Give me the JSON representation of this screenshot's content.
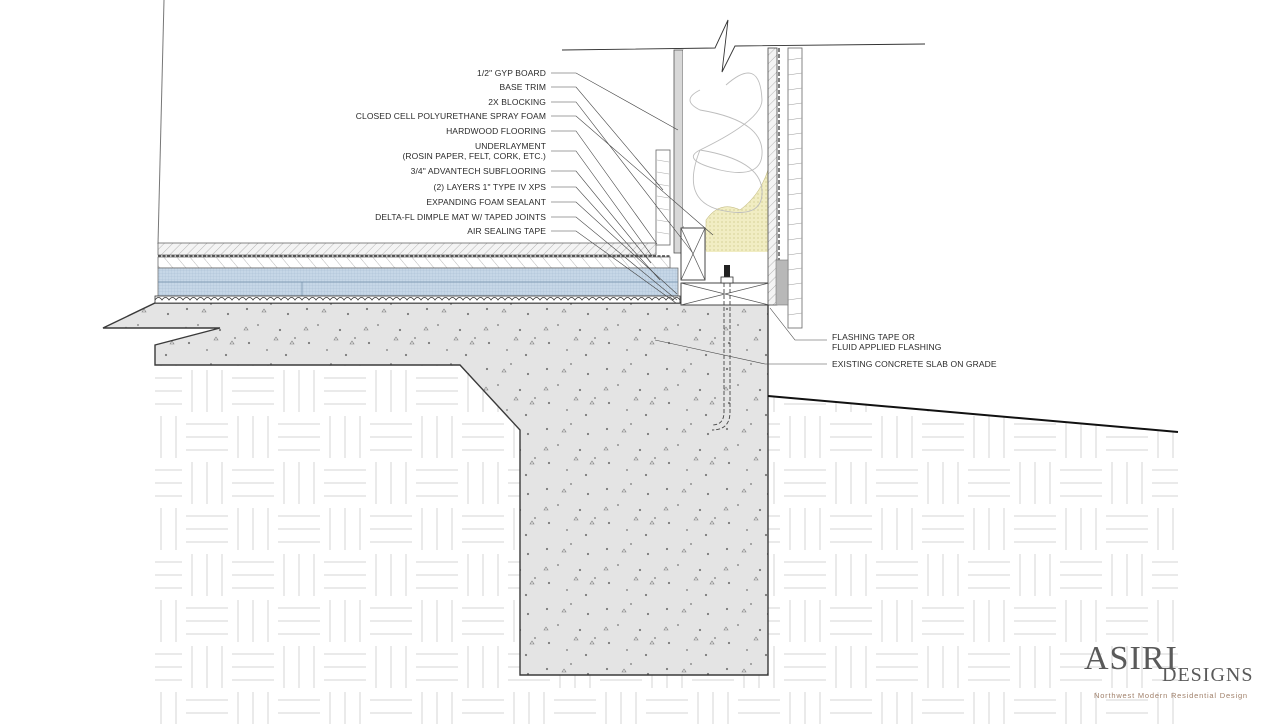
{
  "diagram": {
    "type": "architectural section detail",
    "subject": "Basement floor-to-wall junction on existing concrete slab on grade"
  },
  "callouts_left": [
    {
      "label": "1/2\" GYP BOARD"
    },
    {
      "label": "BASE TRIM"
    },
    {
      "label": "2X BLOCKING"
    },
    {
      "label": "CLOSED CELL POLYURETHANE SPRAY FOAM"
    },
    {
      "label": "HARDWOOD FLOORING"
    },
    {
      "label": "UNDERLAYMENT",
      "label2": "(ROSIN PAPER, FELT, CORK, ETC.)"
    },
    {
      "label": "3/4\" ADVANTECH SUBFLOORING"
    },
    {
      "label": "(2) LAYERS 1\" TYPE IV XPS"
    },
    {
      "label": "EXPANDING FOAM SEALANT"
    },
    {
      "label": "DELTA-FL DIMPLE MAT W/ TAPED JOINTS"
    },
    {
      "label": "AIR SEALING TAPE"
    }
  ],
  "callouts_right": [
    {
      "label": "FLASHING TAPE OR",
      "label2": "FLUID APPLIED FLASHING"
    },
    {
      "label": "EXISTING CONCRETE SLAB ON GRADE"
    }
  ],
  "brand": {
    "name": "ASIRI",
    "name2": "DESIGNS",
    "tagline": "Northwest Modern Residential Design"
  },
  "colors": {
    "concrete": "#e3e3e3",
    "xps": "#c9d9e8",
    "spray_foam": "#f2efc8",
    "line": "#3a3a3a",
    "brand_text": "#5a5a5a",
    "tagline": "#a0806a"
  }
}
